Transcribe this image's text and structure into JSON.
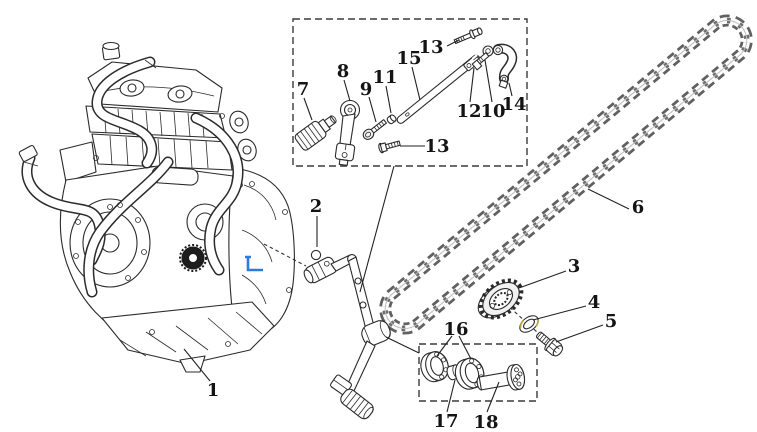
{
  "figure": {
    "background": "#ffffff",
    "ink": "#2b2b2b",
    "chain_gray": "#606060",
    "accent_blue": "#2e7bdf",
    "washer_accent": "#b3a23c"
  },
  "callouts": [
    {
      "label": "1"
    },
    {
      "label": "2"
    },
    {
      "label": "3"
    },
    {
      "label": "4"
    },
    {
      "label": "5"
    },
    {
      "label": "6"
    },
    {
      "label": "7"
    },
    {
      "label": "8"
    },
    {
      "label": "9"
    },
    {
      "label": "10"
    },
    {
      "label": "11"
    },
    {
      "label": "12"
    },
    {
      "label": "13"
    },
    {
      "label": "13"
    },
    {
      "label": "14"
    },
    {
      "label": "15"
    },
    {
      "label": "16"
    },
    {
      "label": "17"
    },
    {
      "label": "18"
    }
  ]
}
